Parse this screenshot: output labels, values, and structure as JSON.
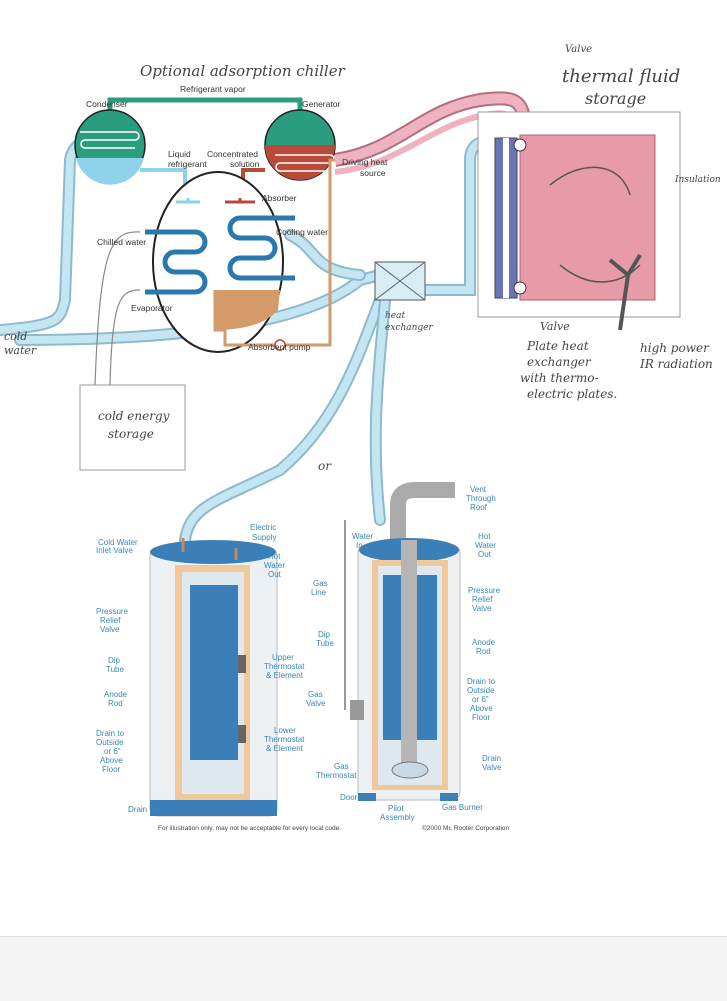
{
  "chiller": {
    "title": "Optional adsorption chiller",
    "refrigerant_vapor": "Refrigerant vapor",
    "condenser": "Condenser",
    "generator": "Generator",
    "liquid_refrigerant_1": "Liquid",
    "liquid_refrigerant_2": "refrigerant",
    "concentrated_1": "Concentrated",
    "concentrated_2": "solution",
    "driving_heat_1": "Driving heat",
    "driving_heat_2": "source",
    "absorber": "Absorber",
    "chilled_water": "Chilled water",
    "cooling_water": "Cooling water",
    "evaporator": "Evaporator",
    "absorbent_pump": "Absorbent pump"
  },
  "handwritten": {
    "cold_water_1": "cold",
    "cold_water_2": "water",
    "cold_storage_1": "cold energy",
    "cold_storage_2": "storage",
    "heat_exchanger_1": "heat",
    "heat_exchanger_2": "exchanger",
    "valve_top": "Valve",
    "thermal_1": "thermal fluid",
    "thermal_2": "storage",
    "insulation": "Insulation",
    "valve_bottom": "Valve",
    "plate_1": "Plate heat",
    "plate_2": "exchanger",
    "plate_3": "with thermo-",
    "plate_4": "electric plates.",
    "ir_1": "high power",
    "ir_2": "IR radiation",
    "or": "or"
  },
  "electric_heater": {
    "inlet_1": "Cold Water",
    "inlet_2": "Inlet Valve",
    "electric_supply_1": "Electric",
    "electric_supply_2": "Supply",
    "hot_1": "Hot",
    "hot_2": "Water",
    "hot_3": "Out",
    "prv_1": "Pressure",
    "prv_2": "Relief",
    "prv_3": "Valve",
    "dip_1": "Dip",
    "dip_2": "Tube",
    "anode_1": "Anode",
    "anode_2": "Rod",
    "upper_1": "Upper",
    "upper_2": "Thermostat",
    "upper_3": "& Element",
    "lower_1": "Lower",
    "lower_2": "Thermostat",
    "lower_3": "& Element",
    "drain_1": "Drain to",
    "drain_2": "Outside",
    "drain_3": "or 6\"",
    "drain_4": "Above",
    "drain_5": "Floor",
    "drain_valve": "Drain Valve"
  },
  "gas_heater": {
    "vent_1": "Vent",
    "vent_2": "Through",
    "vent_3": "Roof",
    "water_in_1": "Water",
    "water_in_2": "In",
    "hot_1": "Hot",
    "hot_2": "Water",
    "hot_3": "Out",
    "gas_line_1": "Gas",
    "gas_line_2": "Line",
    "prv_1": "Pressure",
    "prv_2": "Relief",
    "prv_3": "Valve",
    "dip_1": "Dip",
    "dip_2": "Tube",
    "anode_1": "Anode",
    "anode_2": "Rod",
    "gas_valve_1": "Gas",
    "gas_valve_2": "Valve",
    "drain_1": "Drain to",
    "drain_2": "Outside",
    "drain_3": "or 6\"",
    "drain_4": "Above",
    "drain_5": "Floor",
    "drain_valve_1": "Drain",
    "drain_valve_2": "Valve",
    "gas_thermo_1": "Gas",
    "gas_thermo_2": "Thermostat",
    "door": "Door",
    "pilot_1": "Pilot",
    "pilot_2": "Assembly",
    "burner": "Gas Burner"
  },
  "footer": {
    "disclaimer": "For illustration only, may not be acceptable for every local code.",
    "copyright": "©2000 Mr. Rooter Corporation"
  },
  "colors": {
    "teal": "#2a9d7f",
    "red": "#b84a3a",
    "pipe_blue": "#a9d7ea",
    "pink": "#e79aa8",
    "tank_blue": "#3b7fb8",
    "copper": "#d49a6a"
  }
}
